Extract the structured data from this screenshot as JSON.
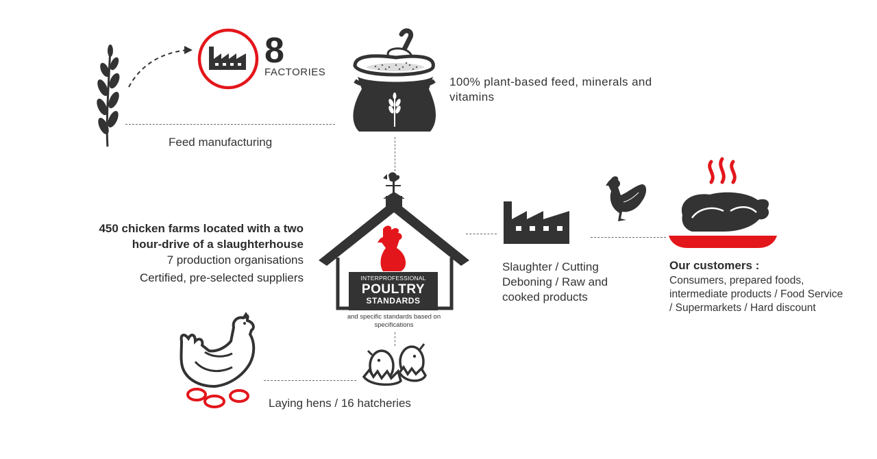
{
  "factories": {
    "count": "8",
    "label": "FACTORIES"
  },
  "feed": {
    "description": "100% plant-based feed, minerals and vitamins",
    "manufacturing_label": "Feed manufacturing"
  },
  "farms": {
    "line1": "450 chicken farms located with a two",
    "line2": "hour-drive of a slaughterhouse",
    "line3": "7 production organisations",
    "line4": "Certified, pre-selected suppliers"
  },
  "standards": {
    "small": "INTERPROFESSIONAL",
    "big": "POULTRY",
    "mid": "STANDARDS",
    "note_line1": "and specific standards based on",
    "note_line2": "specifications"
  },
  "slaughter": {
    "line1": "Slaughter / Cutting",
    "line2": "Deboning / Raw and",
    "line3": "cooked products"
  },
  "customers": {
    "title": "Our customers :",
    "line1": "Consumers, prepared foods,",
    "line2": "intermediate products / Food Service",
    "line3": "/ Supermarkets / Hard discount"
  },
  "hatcheries": {
    "label": "Laying hens / 16 hatcheries"
  },
  "colors": {
    "accent": "#e3161b",
    "dark": "#333333",
    "line": "#666666"
  },
  "icons": [
    "wheat-icon",
    "factory-icon",
    "feed-sack-icon",
    "rooster-icon",
    "barn-icon",
    "chicken-icon",
    "roast-chicken-icon",
    "hen-icon",
    "eggs-icon"
  ]
}
